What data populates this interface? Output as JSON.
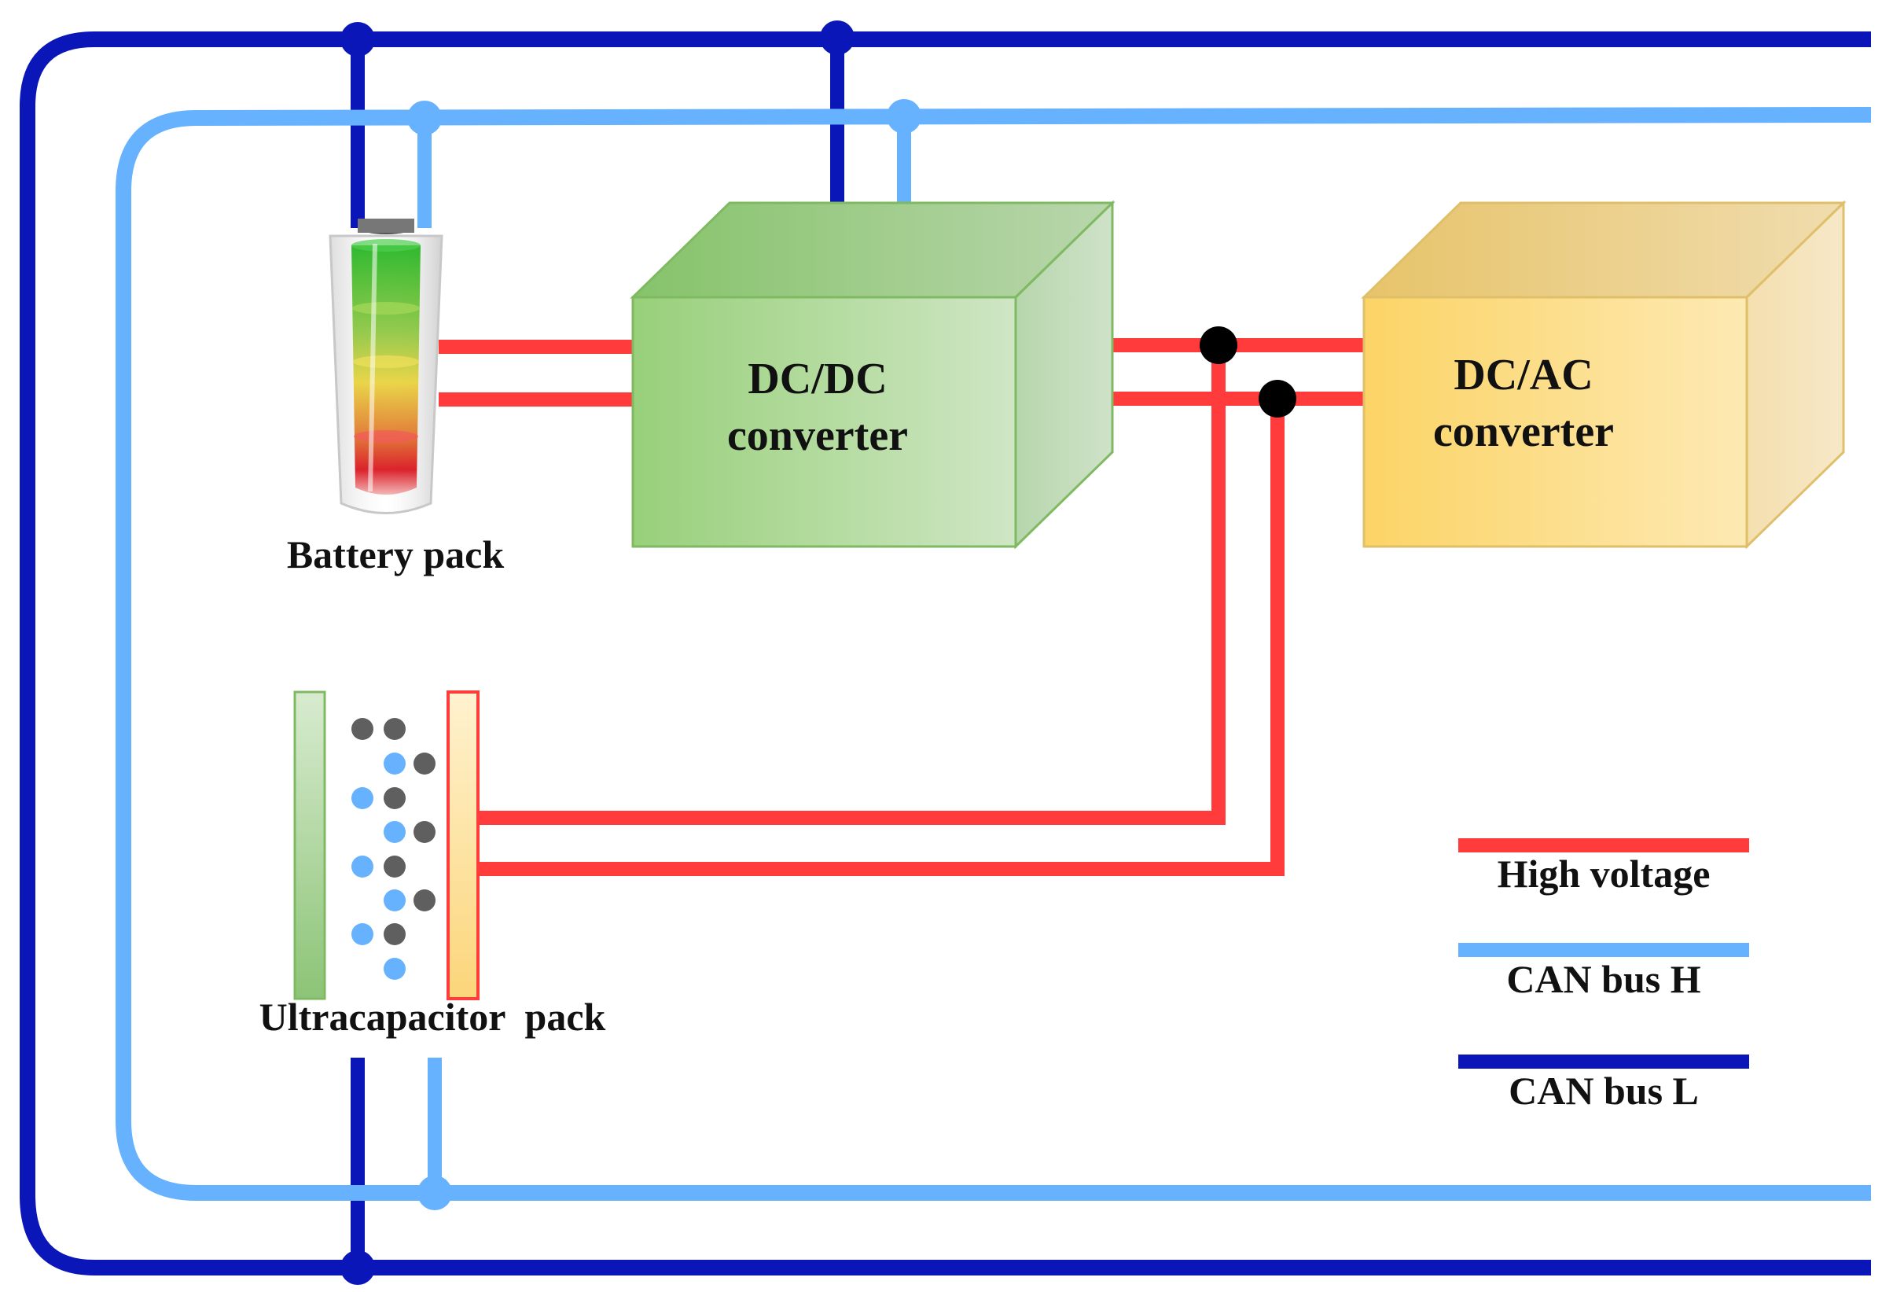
{
  "components": {
    "battery": {
      "label": "Battery pack"
    },
    "dcdc": {
      "line1": "DC/DC",
      "line2": "converter"
    },
    "dcac": {
      "line1": "DC/AC",
      "line2": "converter"
    },
    "ultracap": {
      "label": "Ultracapacitor  pack"
    }
  },
  "legend": [
    {
      "key": "high-voltage",
      "label": "High voltage",
      "color": "#ff3b3b"
    },
    {
      "key": "can-h",
      "label": "CAN bus H",
      "color": "#66b2ff"
    },
    {
      "key": "can-l",
      "label": "CAN bus L",
      "color": "#0a16b8"
    }
  ],
  "colors": {
    "high_voltage": "#ff3b3b",
    "can_h": "#66b2ff",
    "can_l": "#0a16b8",
    "node": "#000000",
    "dcdc_box": "#9ed27f",
    "dcac_box": "#fcd97a"
  }
}
